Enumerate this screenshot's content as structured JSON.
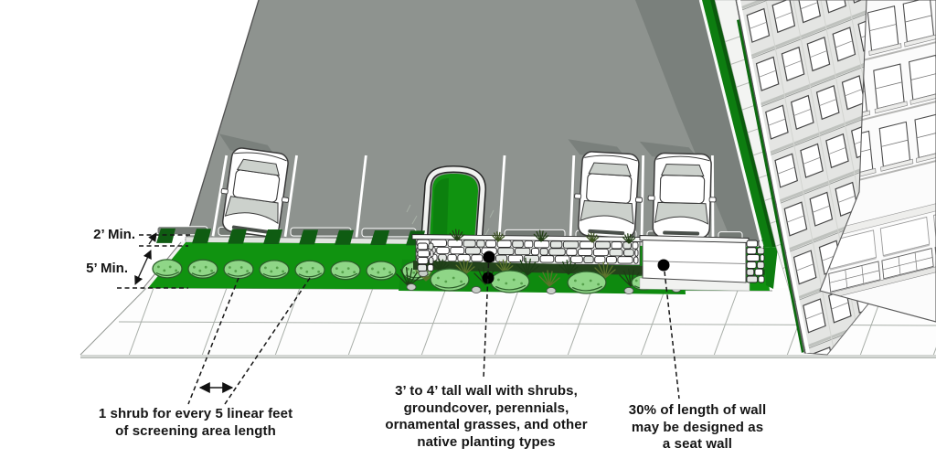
{
  "palette": {
    "background": "#ffffff",
    "asphalt": "#8e938f",
    "asphalt_shadow": "#7a807c",
    "stripe_white": "#ffffff",
    "lawn_green": "#109310",
    "bed_green": "#0e8a0f",
    "shade_green": "#0c7c0e",
    "shadow_green": "#0f5c12",
    "shrub_fill": "#8fd687",
    "shrub_stroke": "#2c5e2a",
    "hedge_green": "#0d7d10",
    "hedge_dark": "#0a5a0c",
    "stone_outline": "#1f1f1f",
    "wall_base": "#eef0ee",
    "building_left_gray": "#e4e5e3",
    "building_right_white": "#fbfbfb",
    "sidewalk_white": "#fdfdfd",
    "annotation_black": "#151515"
  },
  "annotations": {
    "dim_top": "2’ Min.",
    "dim_bottom": "5’ Min.",
    "shrub_note": [
      "1 shrub for every 5 linear feet",
      "of screening area length"
    ],
    "wall_note": [
      "3’ to 4’ tall wall with shrubs,",
      "groundcover, perennials,",
      "ornamental grasses, and other",
      "native planting types"
    ],
    "seat_note": [
      "30% of length of wall",
      "may be designed as",
      "a seat wall"
    ]
  },
  "scene": {
    "description": "Isometric site illustration: a parking lot with three cars is screened from the sidewalk by a shrub planting strip, a low stone wall with native plantings, a seat-wall section, and street hedges beside multi-story buildings.",
    "car_count": 3,
    "screening_shrub_count": 8,
    "parking_stripe_count": 7,
    "wheel_stop_count": 8
  }
}
